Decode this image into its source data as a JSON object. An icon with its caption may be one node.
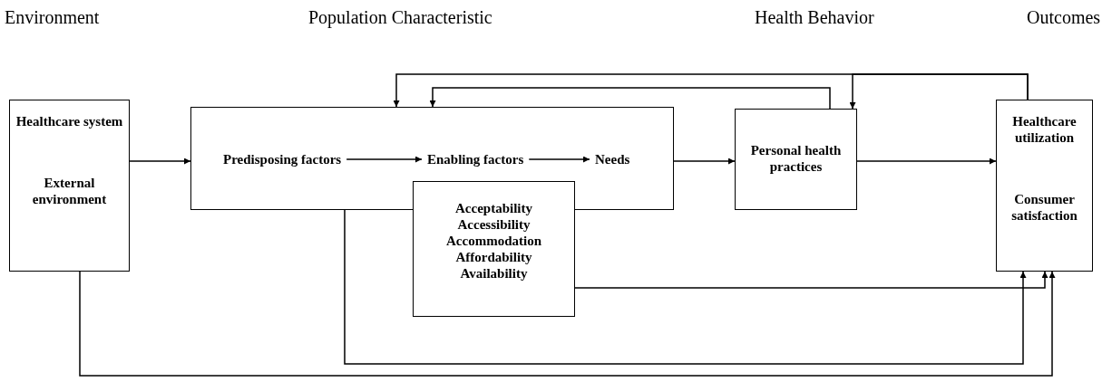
{
  "diagram": {
    "nodes": [
      {
        "text": [
          "Healthcare system",
          "External environment"
        ]
      },
      {
        "text": [],
        "shape": "box"
      },
      {
        "text": [
          "Predisposing factors"
        ],
        "in": 1
      },
      {
        "text": [
          "Enabling factors"
        ],
        "in": 1
      },
      {
        "text": [
          "Needs"
        ],
        "in": 1
      },
      {
        "text": [
          "Acceptability",
          "Accessibility",
          "Accommodation",
          "Affordability",
          "Availability"
        ]
      },
      {
        "text": [
          "Personal health practices"
        ]
      },
      {
        "text": [
          "Healthcare utilization",
          "Consumer satisfaction"
        ]
      }
    ],
    "edges": [
      {
        "from": 0,
        "to": 1,
        "arrow": "to"
      },
      {
        "from": 2,
        "to": 3,
        "arrow": "to"
      },
      {
        "from": 3,
        "to": 4,
        "arrow": "to"
      },
      {
        "from": 1,
        "to": 6,
        "arrow": "to"
      },
      {
        "from": 6,
        "to": 7,
        "arrow": "to"
      },
      {
        "from": 7,
        "to": 1,
        "arrow": "to"
      },
      {
        "from": 7,
        "to": 6,
        "arrow": "to"
      },
      {
        "from": 6,
        "to": 1,
        "arrow": "to"
      },
      {
        "from": 5,
        "to": 7,
        "arrow": "to"
      },
      {
        "from": 1,
        "to": 7,
        "arrow": "to"
      },
      {
        "from": 0,
        "to": 7,
        "arrow": "to"
      }
    ],
    "labels": [
      "Environment",
      "Population Characteristic",
      "Health Behavior",
      "Outcomes"
    ]
  }
}
